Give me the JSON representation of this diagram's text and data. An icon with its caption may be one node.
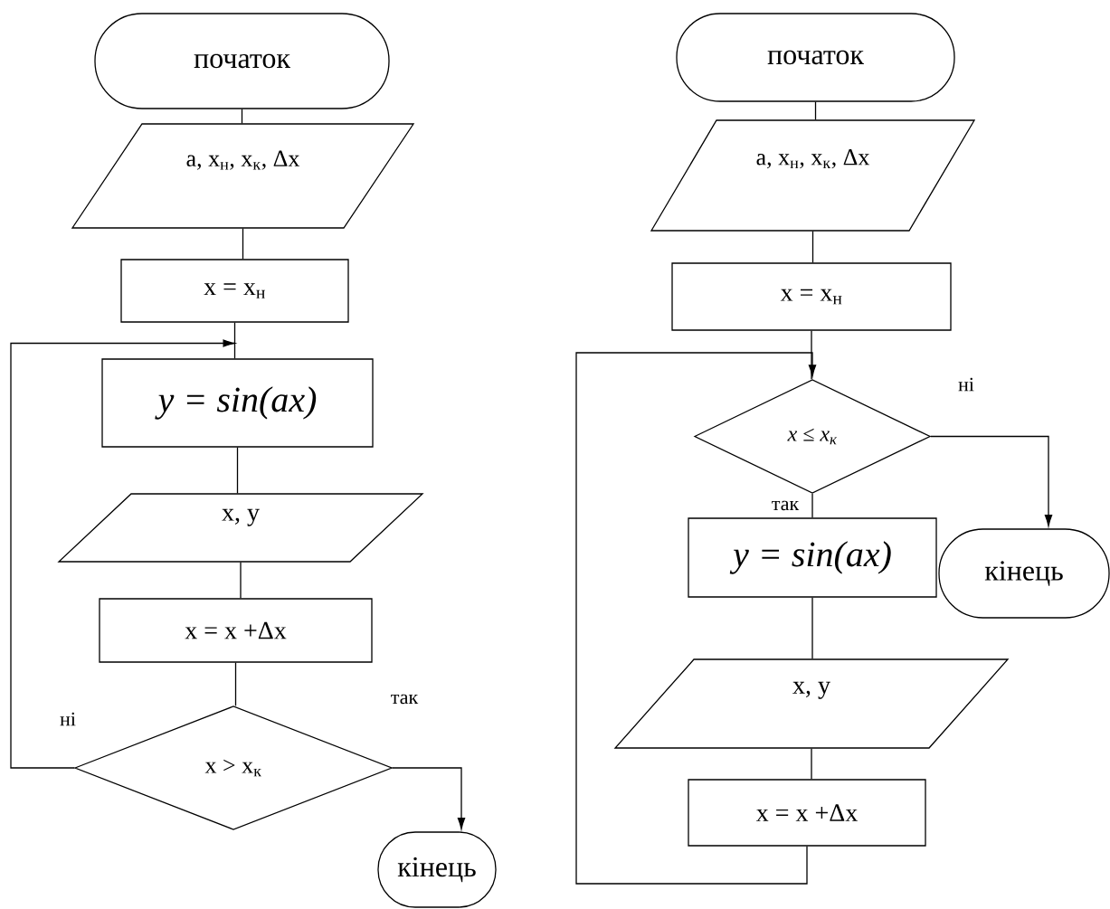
{
  "diagram": {
    "nodes": [
      {
        "text": [
          "початок"
        ]
      },
      {
        "text": [
          "a, x$_{н}$, x$_{к}$, Δx"
        ]
      },
      {
        "text": [
          "x = x$_{н}$"
        ]
      },
      {
        "text": [
          "y = sin(ax)"
        ]
      },
      {
        "text": [
          "x, y"
        ]
      },
      {
        "text": [
          "x = x +Δx"
        ]
      },
      {
        "text": [
          "x > x$_{к}$"
        ]
      },
      {
        "text": [
          "кінець"
        ]
      },
      {
        "text": [
          "початок"
        ]
      },
      {
        "text": [
          "a, x$_{н}$, x$_{к}$, Δx"
        ]
      },
      {
        "text": [
          "x = x$_{н}$"
        ]
      },
      {
        "text": [
          "x ≤ x$_{к}$"
        ]
      },
      {
        "text": [
          "y = sin(ax)"
        ]
      },
      {
        "text": [
          "кінець"
        ]
      },
      {
        "text": [
          "x, y"
        ]
      },
      {
        "text": [
          "x = x +Δx"
        ]
      }
    ],
    "edges": [
      {
        "from": 0,
        "to": 1,
        "arrow": "none"
      },
      {
        "from": 1,
        "to": 2,
        "arrow": "none"
      },
      {
        "from": 2,
        "to": 3,
        "arrow": "none"
      },
      {
        "from": 3,
        "to": 4,
        "arrow": "none"
      },
      {
        "from": 4,
        "to": 5,
        "arrow": "none"
      },
      {
        "from": 5,
        "to": 6,
        "arrow": "none"
      },
      {
        "from": 6,
        "to": 3,
        "arrow": "to",
        "label": "ні"
      },
      {
        "from": 6,
        "to": 7,
        "arrow": "to",
        "label": "так"
      },
      {
        "from": 8,
        "to": 9,
        "arrow": "none"
      },
      {
        "from": 9,
        "to": 10,
        "arrow": "none"
      },
      {
        "from": 10,
        "to": 11,
        "arrow": "none"
      },
      {
        "from": 11,
        "to": 13,
        "arrow": "to",
        "label": "ні"
      },
      {
        "from": 11,
        "to": 12,
        "arrow": "none",
        "label": "так"
      },
      {
        "from": 12,
        "to": 14,
        "arrow": "none"
      },
      {
        "from": 14,
        "to": 15,
        "arrow": "none"
      },
      {
        "from": 15,
        "to": 11,
        "arrow": "to"
      }
    ]
  }
}
